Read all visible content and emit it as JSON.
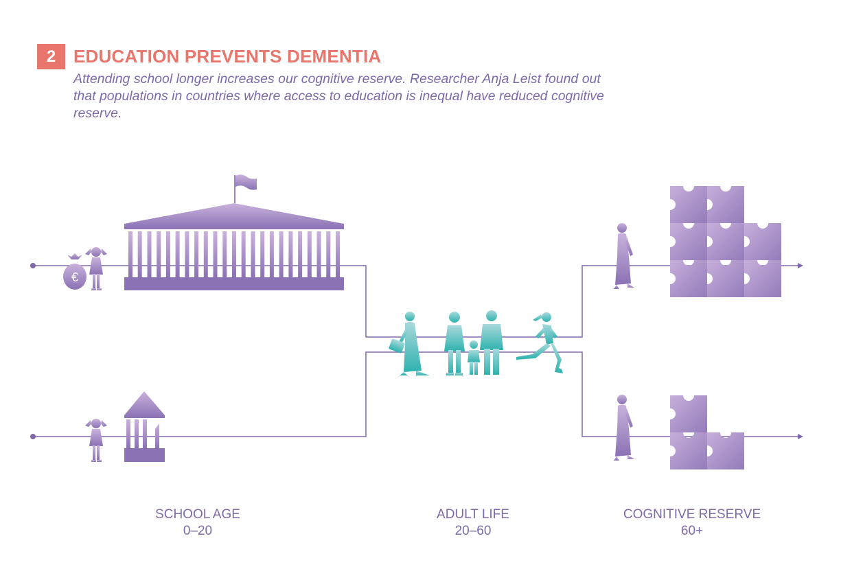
{
  "header": {
    "number": "2",
    "title": "EDUCATION PREVENTS DEMENTIA",
    "subtitle": "Attending school longer increases our cognitive reserve. Researcher Anja Leist found out that populations in countries where access to education is inequal have reduced cognitive reserve."
  },
  "stages": [
    {
      "label": "SCHOOL AGE",
      "range": "0–20"
    },
    {
      "label": "ADULT LIFE",
      "range": "20–60"
    },
    {
      "label": "COGNITIVE RESERVE",
      "range": "60+"
    }
  ],
  "icons": {
    "money_bag_symbol": "€"
  },
  "colors": {
    "accent": "#e8766d",
    "text": "#7e6aa8",
    "line": "#7e6aa8",
    "purple_light": "#c4abd8",
    "purple_dark": "#8a72b4",
    "teal_light": "#9fd6da",
    "teal_dark": "#2fb3b0"
  }
}
